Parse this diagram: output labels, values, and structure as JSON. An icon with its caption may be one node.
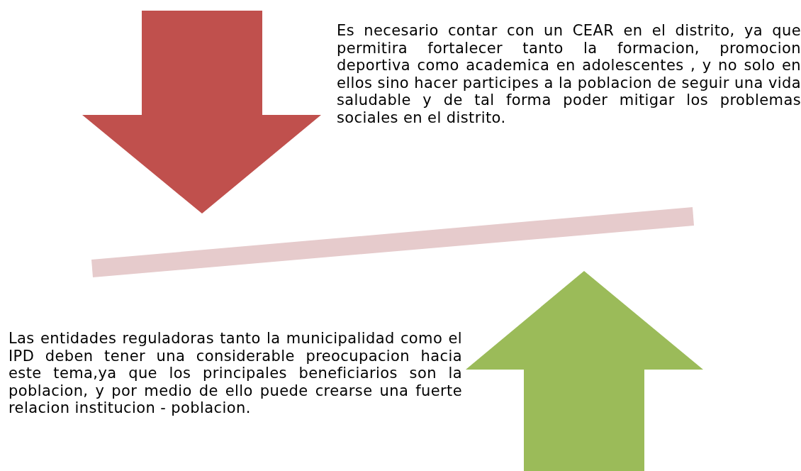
{
  "diagram": {
    "nodes": [
      {
        "text": [],
        "shape": "bar"
      }
    ],
    "labels": [
      "Es necesario contar con un CEAR en el distrito, ya que permitira fortalecer tanto la formacion, promocion deportiva como academica en adolescentes , y no solo en ellos sino hacer participes a la poblacion de seguir una vida saludable y de tal forma poder mitigar los problemas sociales en el distrito.",
      "Las entidades reguladoras tanto la municipalidad como el IPD deben tener una considerable preocupacion hacia este tema,ya que los principales beneficiarios son la poblacion, y por medio de ello puede crearse una fuerte relacion institucion - poblacion."
    ]
  }
}
